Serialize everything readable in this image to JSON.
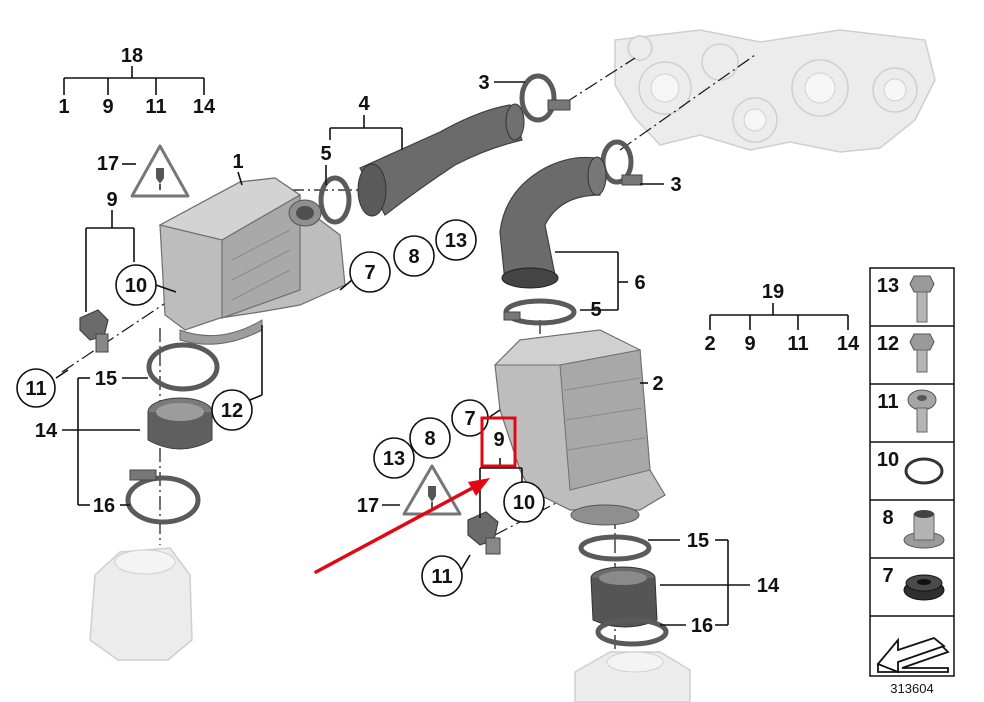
{
  "callouts": {
    "c18": "18",
    "c18_1": "1",
    "c18_9": "9",
    "c18_11": "11",
    "c18_14": "14",
    "c17_left": "17",
    "c1": "1",
    "c9_left": "9",
    "c10_left": "10",
    "c11_left": "11",
    "c15_left": "15",
    "c14_left": "14",
    "c16_left": "16",
    "c12_left": "12",
    "c5_top": "5",
    "c4": "4",
    "c3_top": "3",
    "c3_right": "3",
    "c7_top": "7",
    "c8_top": "8",
    "c13_top": "13",
    "c6": "6",
    "c5_mid": "5",
    "c2": "2",
    "c7_mid": "7",
    "c8_mid": "8",
    "c13_mid": "13",
    "c9_highlight": "9",
    "c17_mid": "17",
    "c10_mid": "10",
    "c11_mid": "11",
    "c15_right": "15",
    "c14_right": "14",
    "c16_right": "16",
    "c19": "19",
    "c19_2": "2",
    "c19_9": "9",
    "c19_11": "11",
    "c19_14": "14"
  },
  "legend": {
    "rows": [
      {
        "label": "13",
        "icon": "bolt-hex-long-icon"
      },
      {
        "label": "12",
        "icon": "bolt-hex-short-icon"
      },
      {
        "label": "11",
        "icon": "bolt-round-head-icon"
      },
      {
        "label": "10",
        "icon": "o-ring-icon"
      },
      {
        "label": "8",
        "icon": "sleeve-bushing-icon"
      },
      {
        "label": "7",
        "icon": "rubber-grommet-icon"
      },
      {
        "label": "",
        "icon": "arrow-reference-icon"
      }
    ]
  },
  "diagram_number": "313604",
  "colors": {
    "highlight": "#e30613",
    "line": "#111111",
    "part": "#bdbdbd",
    "ghost": "#ececec"
  }
}
